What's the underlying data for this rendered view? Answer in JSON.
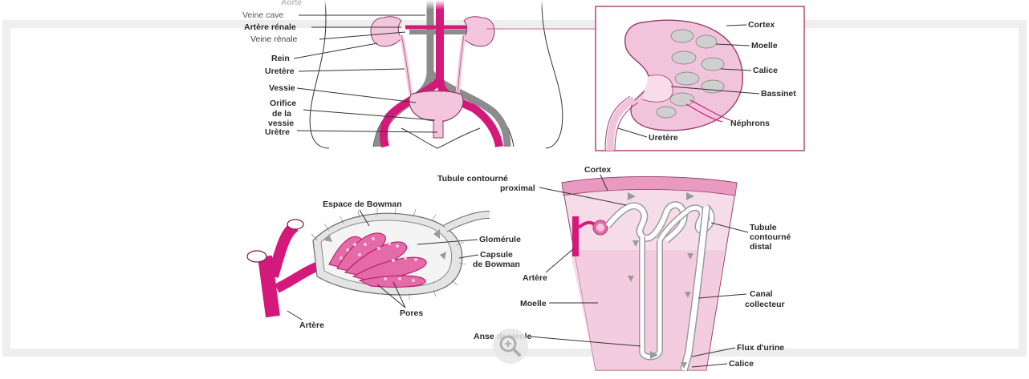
{
  "colors": {
    "magenta": "#d4197a",
    "pink_light": "#f4c6dd",
    "pink_mid": "#e89ac2",
    "vein_gray": "#8a8a8a",
    "outline": "#3a3a3a"
  },
  "body_panel": {
    "top_label": "Aorte",
    "labels": [
      "Veine cave",
      "Artère rénale",
      "Veine rénale",
      "Rein",
      "Uretère",
      "Vessie",
      "Orifice",
      "de la",
      "vessie",
      "Urètre"
    ]
  },
  "kidney_panel": {
    "labels": [
      "Cortex",
      "Moelle",
      "Calice",
      "Bassinet",
      "Néphrons",
      "Uretère"
    ]
  },
  "glomerulus_panel": {
    "title": "Espace de Bowman",
    "labels": [
      "Glomérule",
      "Capsule",
      "de Bowman",
      "Pores",
      "Artère"
    ]
  },
  "nephron_panel": {
    "labels": [
      "Cortex",
      "Tubule contourné",
      "proximal",
      "Artère",
      "Moelle",
      "Anse de Henle",
      "Tubule",
      "contourné",
      "distal",
      "Canal",
      "collecteur",
      "Flux d'urine",
      "Calice"
    ]
  },
  "zoom_icon": "magnifier-plus-icon"
}
